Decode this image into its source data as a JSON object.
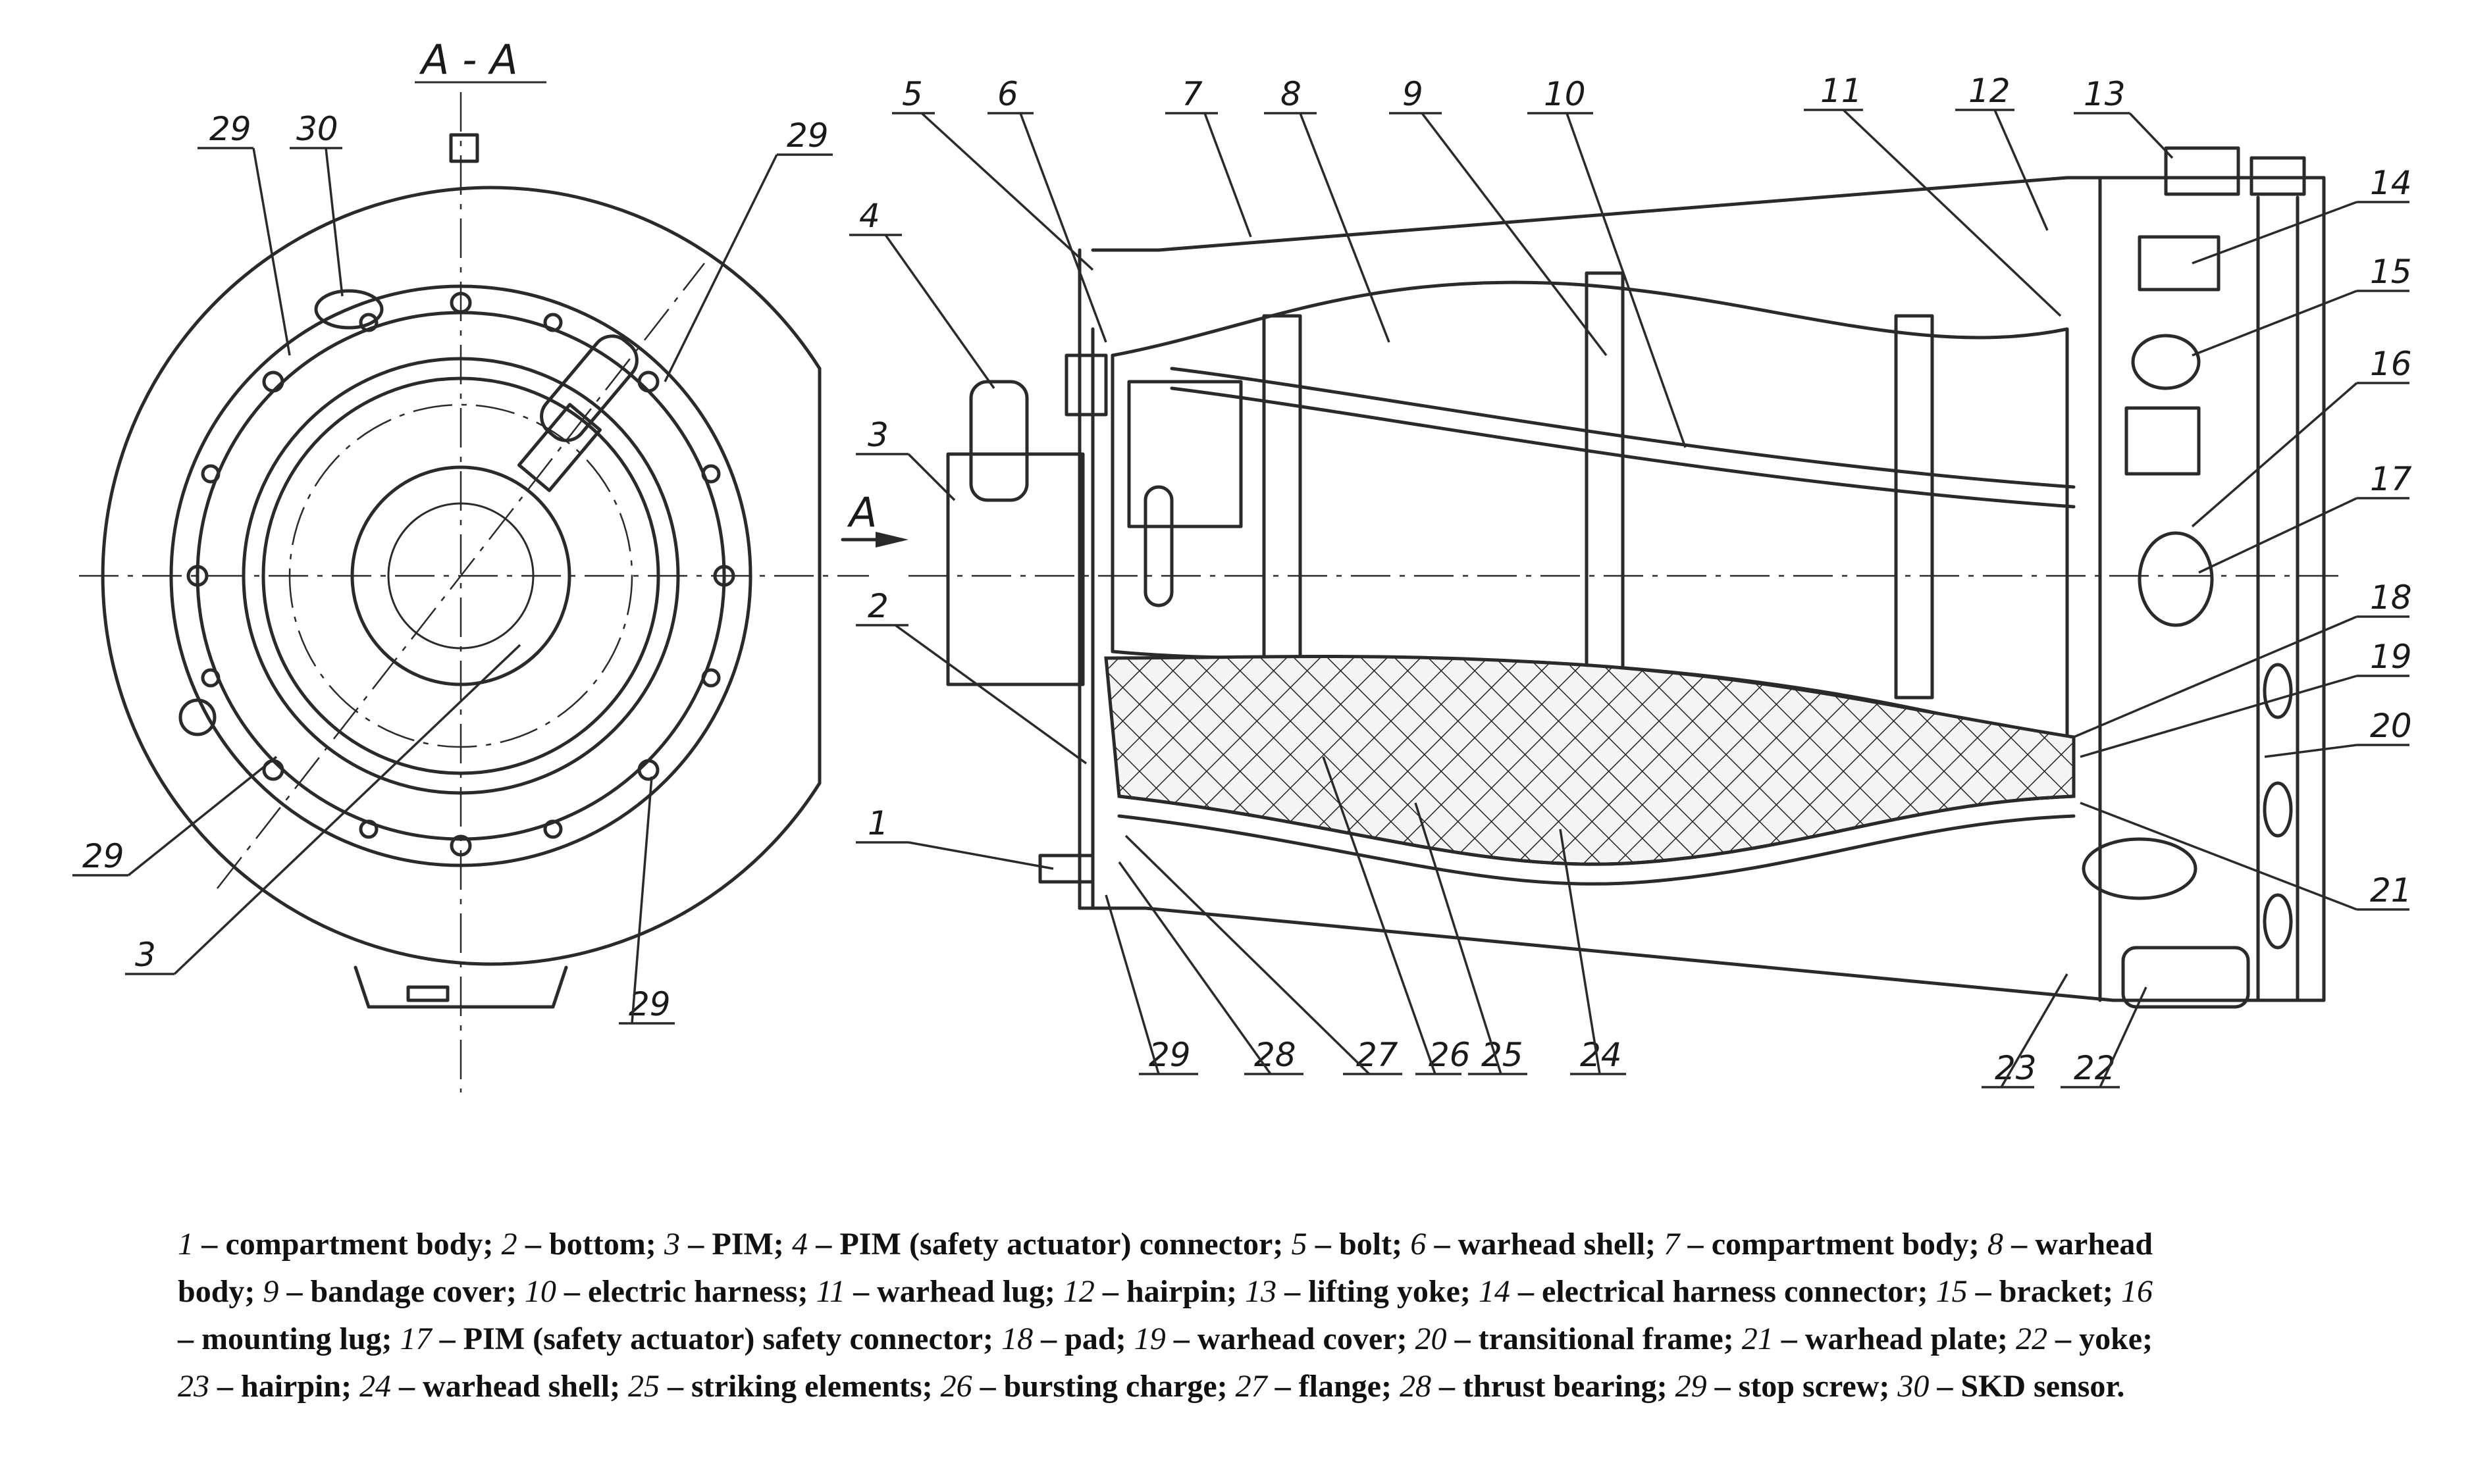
{
  "section_label": "A - A",
  "view_arrow_label": "A",
  "callouts": {
    "left": [
      "29",
      "30",
      "29",
      "29",
      "29",
      "3"
    ],
    "right": [
      "1",
      "2",
      "3",
      "4",
      "5",
      "6",
      "7",
      "8",
      "9",
      "10",
      "11",
      "12",
      "13",
      "14",
      "15",
      "16",
      "17",
      "18",
      "19",
      "20",
      "21",
      "22",
      "23",
      "24",
      "25",
      "26",
      "27",
      "28",
      "29"
    ]
  },
  "legend": [
    {
      "n": "1",
      "t": "compartment body"
    },
    {
      "n": "2",
      "t": "bottom"
    },
    {
      "n": "3",
      "t": "PIM"
    },
    {
      "n": "4",
      "t": "PIM (safety actuator) connector"
    },
    {
      "n": "5",
      "t": "bolt"
    },
    {
      "n": "6",
      "t": "warhead shell"
    },
    {
      "n": "7",
      "t": "compartment body"
    },
    {
      "n": "8",
      "t": "warhead body"
    },
    {
      "n": "9",
      "t": "bandage cover"
    },
    {
      "n": "10",
      "t": "electric harness"
    },
    {
      "n": "11",
      "t": "warhead lug"
    },
    {
      "n": "12",
      "t": "hairpin"
    },
    {
      "n": "13",
      "t": "lifting yoke"
    },
    {
      "n": "14",
      "t": "electrical harness connector"
    },
    {
      "n": "15",
      "t": "bracket"
    },
    {
      "n": "16",
      "t": "mounting lug"
    },
    {
      "n": "17",
      "t": "PIM (safety actuator) safety connector"
    },
    {
      "n": "18",
      "t": "pad"
    },
    {
      "n": "19",
      "t": "warhead cover"
    },
    {
      "n": "20",
      "t": "transitional frame"
    },
    {
      "n": "21",
      "t": "warhead plate"
    },
    {
      "n": "22",
      "t": "yoke"
    },
    {
      "n": "23",
      "t": "hairpin"
    },
    {
      "n": "24",
      "t": "warhead shell"
    },
    {
      "n": "25",
      "t": "striking elements"
    },
    {
      "n": "26",
      "t": "bursting charge"
    },
    {
      "n": "27",
      "t": "flange"
    },
    {
      "n": "28",
      "t": "thrust bearing"
    },
    {
      "n": "29",
      "t": "stop screw"
    },
    {
      "n": "30",
      "t": "SKD sensor"
    }
  ]
}
